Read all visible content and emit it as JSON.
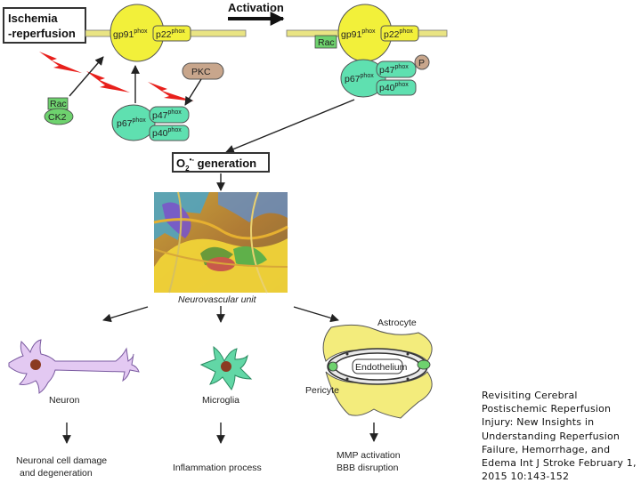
{
  "labels": {
    "ischemia": "Ischemia",
    "reperfusion": "-reperfusion",
    "activation": "Activation",
    "gp91": "gp91",
    "p22": "p22",
    "phox": "phox",
    "rac": "Rac",
    "ck2": "CK2",
    "pkc": "PKC",
    "p67": "p67",
    "p47": "p47",
    "p40": "p40",
    "p": "P",
    "o2_gen_prefix": "O",
    "o2_sub": "2",
    "o2_sup": "•-",
    "o2_gen_suffix": " generation",
    "neurovascular_unit": "Neurovascular unit",
    "neuron": "Neuron",
    "microglia": "Microglia",
    "astrocyte": "Astrocyte",
    "endothelium": "Endothelium",
    "pericyte": "Pericyte",
    "outcome_neuron_1": "Neuronal cell damage",
    "outcome_neuron_2": "and degeneration",
    "outcome_microglia": "Inflammation process",
    "outcome_bbb_1": "MMP activation",
    "outcome_bbb_2": "BBB disruption"
  },
  "citation": "Revisiting Cerebral Postischemic Reperfusion Injury: New Insights in Understanding Reperfusion Failure, Hemorrhage, and Edema Int J Stroke February 1, 2015 10:143-152",
  "colors": {
    "membrane": "#e9e483",
    "gp91_fill": "#f2f03a",
    "subunit_fill": "#5fe0b0",
    "rac_fill": "#6ed26e",
    "pkc_fill": "#c8a68c",
    "bolt": "#e8201c",
    "neuron_body": "#e3c9f2",
    "microglia_body": "#62d7a6",
    "astrocyte_fill": "#f3ec7c"
  }
}
